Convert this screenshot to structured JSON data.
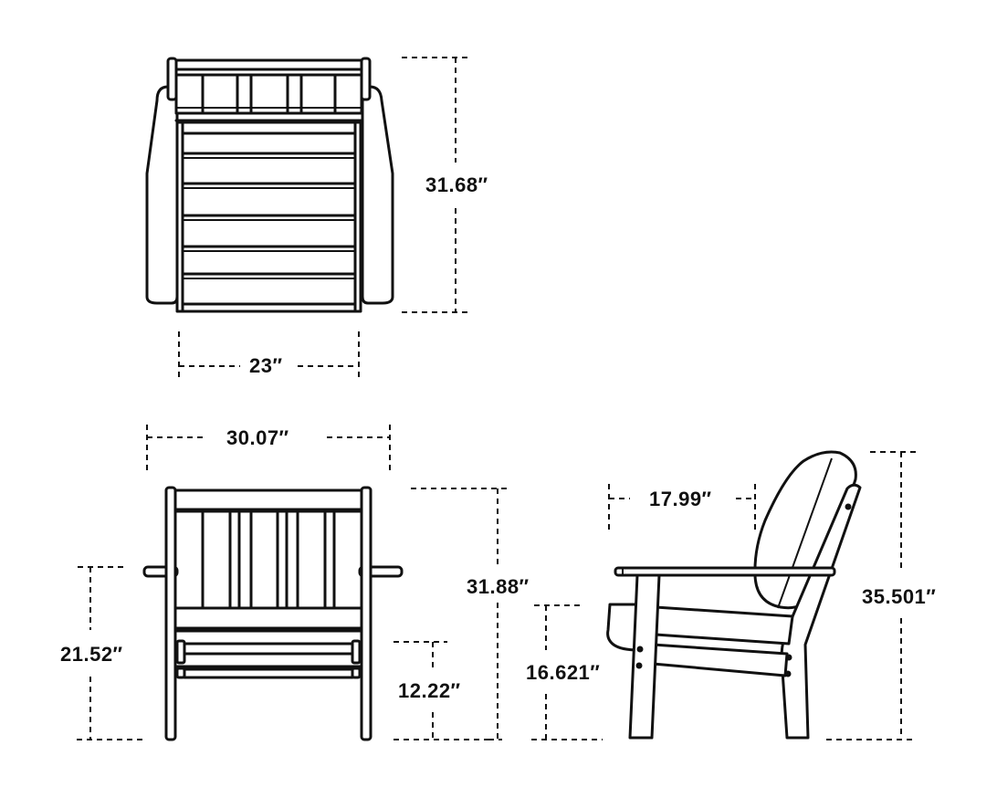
{
  "diagram": {
    "subject": "Chair dimension drawing",
    "line_color": "#111111",
    "background": "#ffffff",
    "views": [
      {
        "name": "top-view",
        "dimensions": {
          "depth": "31.68″",
          "seat_width": "23″"
        }
      },
      {
        "name": "front-view",
        "dimensions": {
          "overall_width": "30.07″",
          "overall_height": "31.88″",
          "arm_height": "21.52″",
          "seat_height": "12.22″"
        }
      },
      {
        "name": "side-view",
        "dimensions": {
          "seat_depth": "17.99″",
          "overall_height": "35.501″",
          "seat_height": "16.621″"
        }
      }
    ]
  },
  "labels": {
    "top_depth": "31.68″",
    "top_width": "23″",
    "front_width": "30.07″",
    "front_height": "31.88″",
    "front_arm_height": "21.52″",
    "front_seat_height": "12.22″",
    "side_seat_depth": "17.99″",
    "side_height": "35.501″",
    "side_seat_height": "16.621″"
  }
}
